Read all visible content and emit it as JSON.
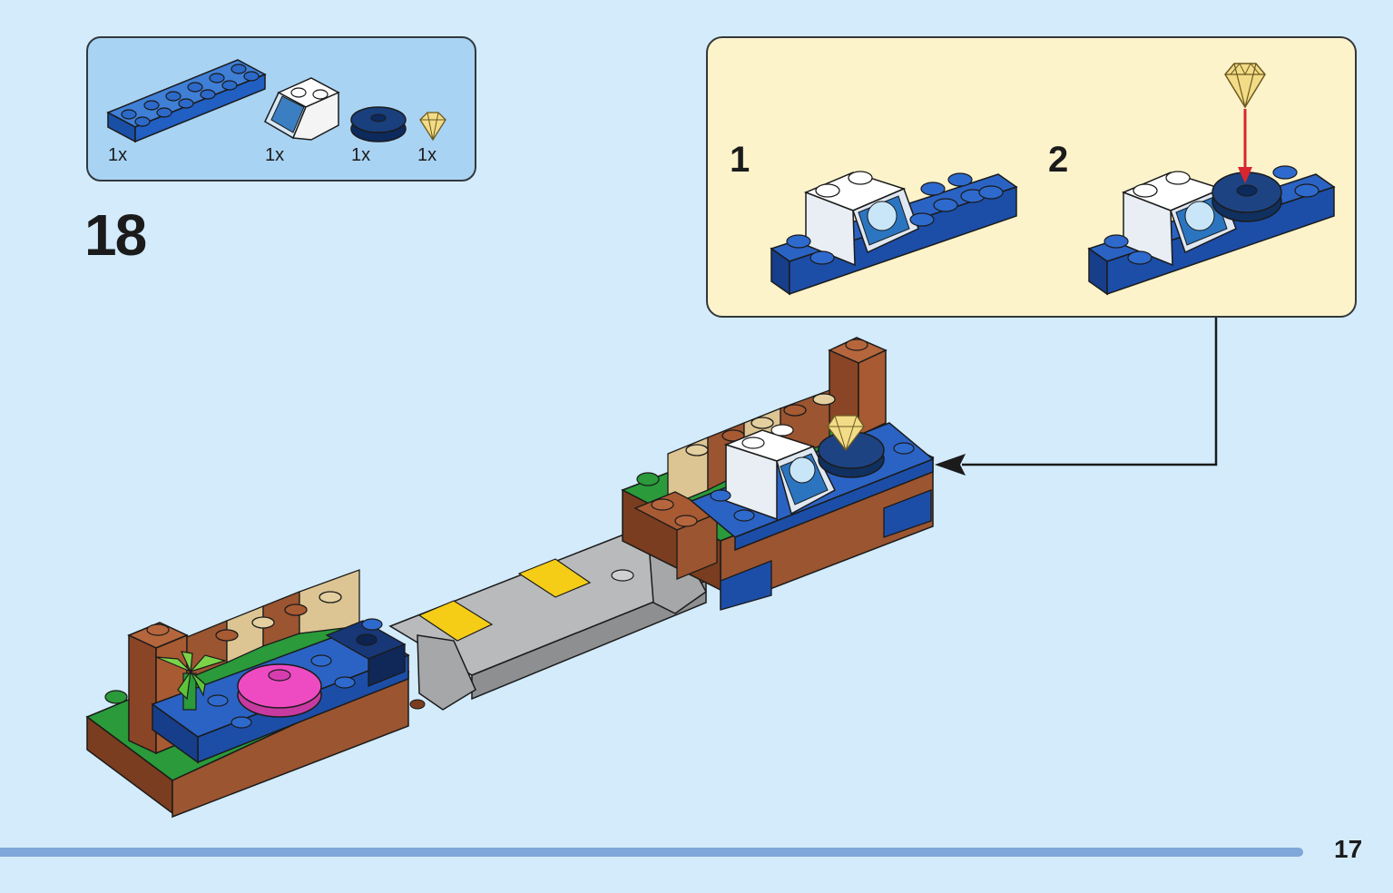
{
  "step": {
    "number": "18"
  },
  "parts": [
    {
      "qty": "1x",
      "icon": "blue-plate-2x6-icon"
    },
    {
      "qty": "1x",
      "icon": "white-slope-computer-icon"
    },
    {
      "qty": "1x",
      "icon": "dark-blue-round-tile-icon"
    },
    {
      "qty": "1x",
      "icon": "gold-diamond-icon"
    }
  ],
  "substeps": [
    {
      "label": "1"
    },
    {
      "label": "2"
    }
  ],
  "page": {
    "number": "17"
  },
  "colors": {
    "background": "#d3ebfb",
    "parts_panel": "#a9d3f3",
    "substep_panel": "#fdf3cb",
    "brick_blue": "#1f56b4",
    "brick_brown": "#a55a34",
    "brick_tan": "#dcc593",
    "brick_gray": "#a6a7a8",
    "brick_yellow": "#f5cd16",
    "brick_pink": "#ee4bc2",
    "brick_green": "#3a9d3f",
    "page_bar": "#7fa7da"
  }
}
